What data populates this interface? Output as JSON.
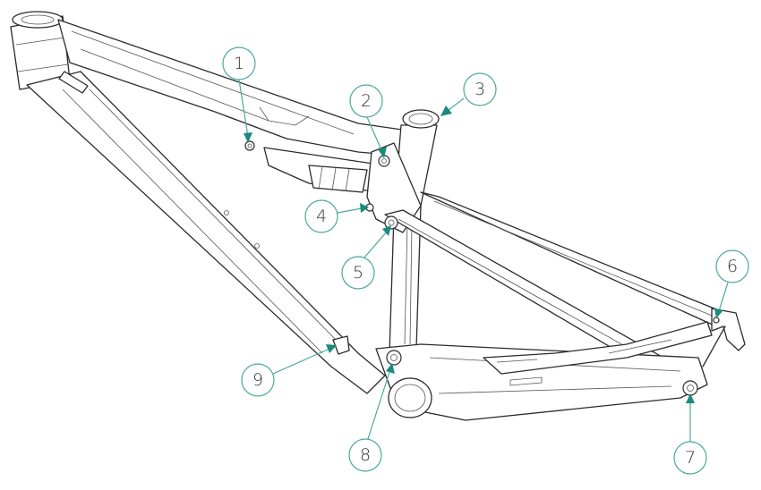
{
  "diagram": {
    "callouts": [
      {
        "id": 1,
        "label": "1"
      },
      {
        "id": 2,
        "label": "2"
      },
      {
        "id": 3,
        "label": "3"
      },
      {
        "id": 4,
        "label": "4"
      },
      {
        "id": 5,
        "label": "5"
      },
      {
        "id": 6,
        "label": "6"
      },
      {
        "id": 7,
        "label": "7"
      },
      {
        "id": 8,
        "label": "8"
      },
      {
        "id": 9,
        "label": "9"
      }
    ],
    "colors": {
      "callout_stroke": "#4aa89e",
      "arrow_fill": "#1a8a7e",
      "frame_stroke": "#2b2b2b"
    }
  }
}
